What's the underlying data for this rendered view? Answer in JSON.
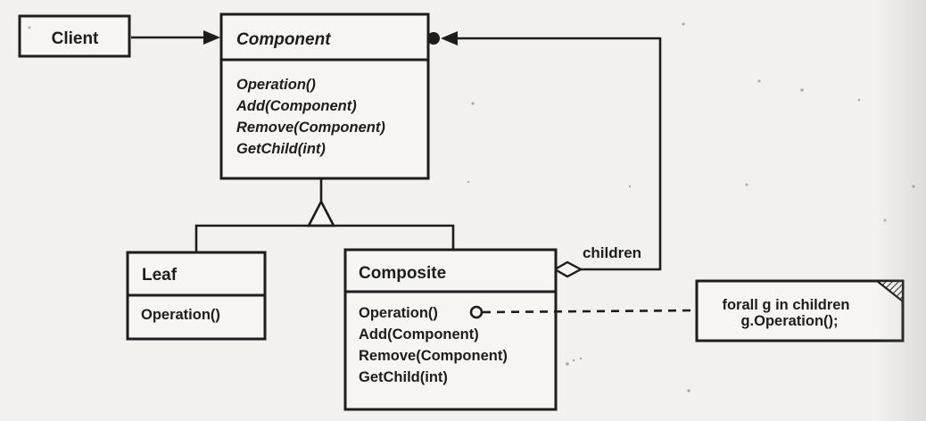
{
  "diagram": {
    "client": {
      "name": "Client"
    },
    "component": {
      "name": "Component",
      "methods": [
        "Operation()",
        "Add(Component)",
        "Remove(Component)",
        "GetChild(int)"
      ]
    },
    "leaf": {
      "name": "Leaf",
      "methods": [
        "Operation()"
      ]
    },
    "composite": {
      "name": "Composite",
      "methods": [
        "Operation()",
        "Add(Component)",
        "Remove(Component)",
        "GetChild(int)"
      ]
    },
    "relations": {
      "children_label": "children"
    },
    "note": {
      "line1": "forall g in children",
      "line2": "g.Operation();"
    },
    "colors": {
      "ink": "#1d1d1d",
      "paper": "#f2f1ee",
      "box_fill": "#f6f5f2"
    }
  }
}
